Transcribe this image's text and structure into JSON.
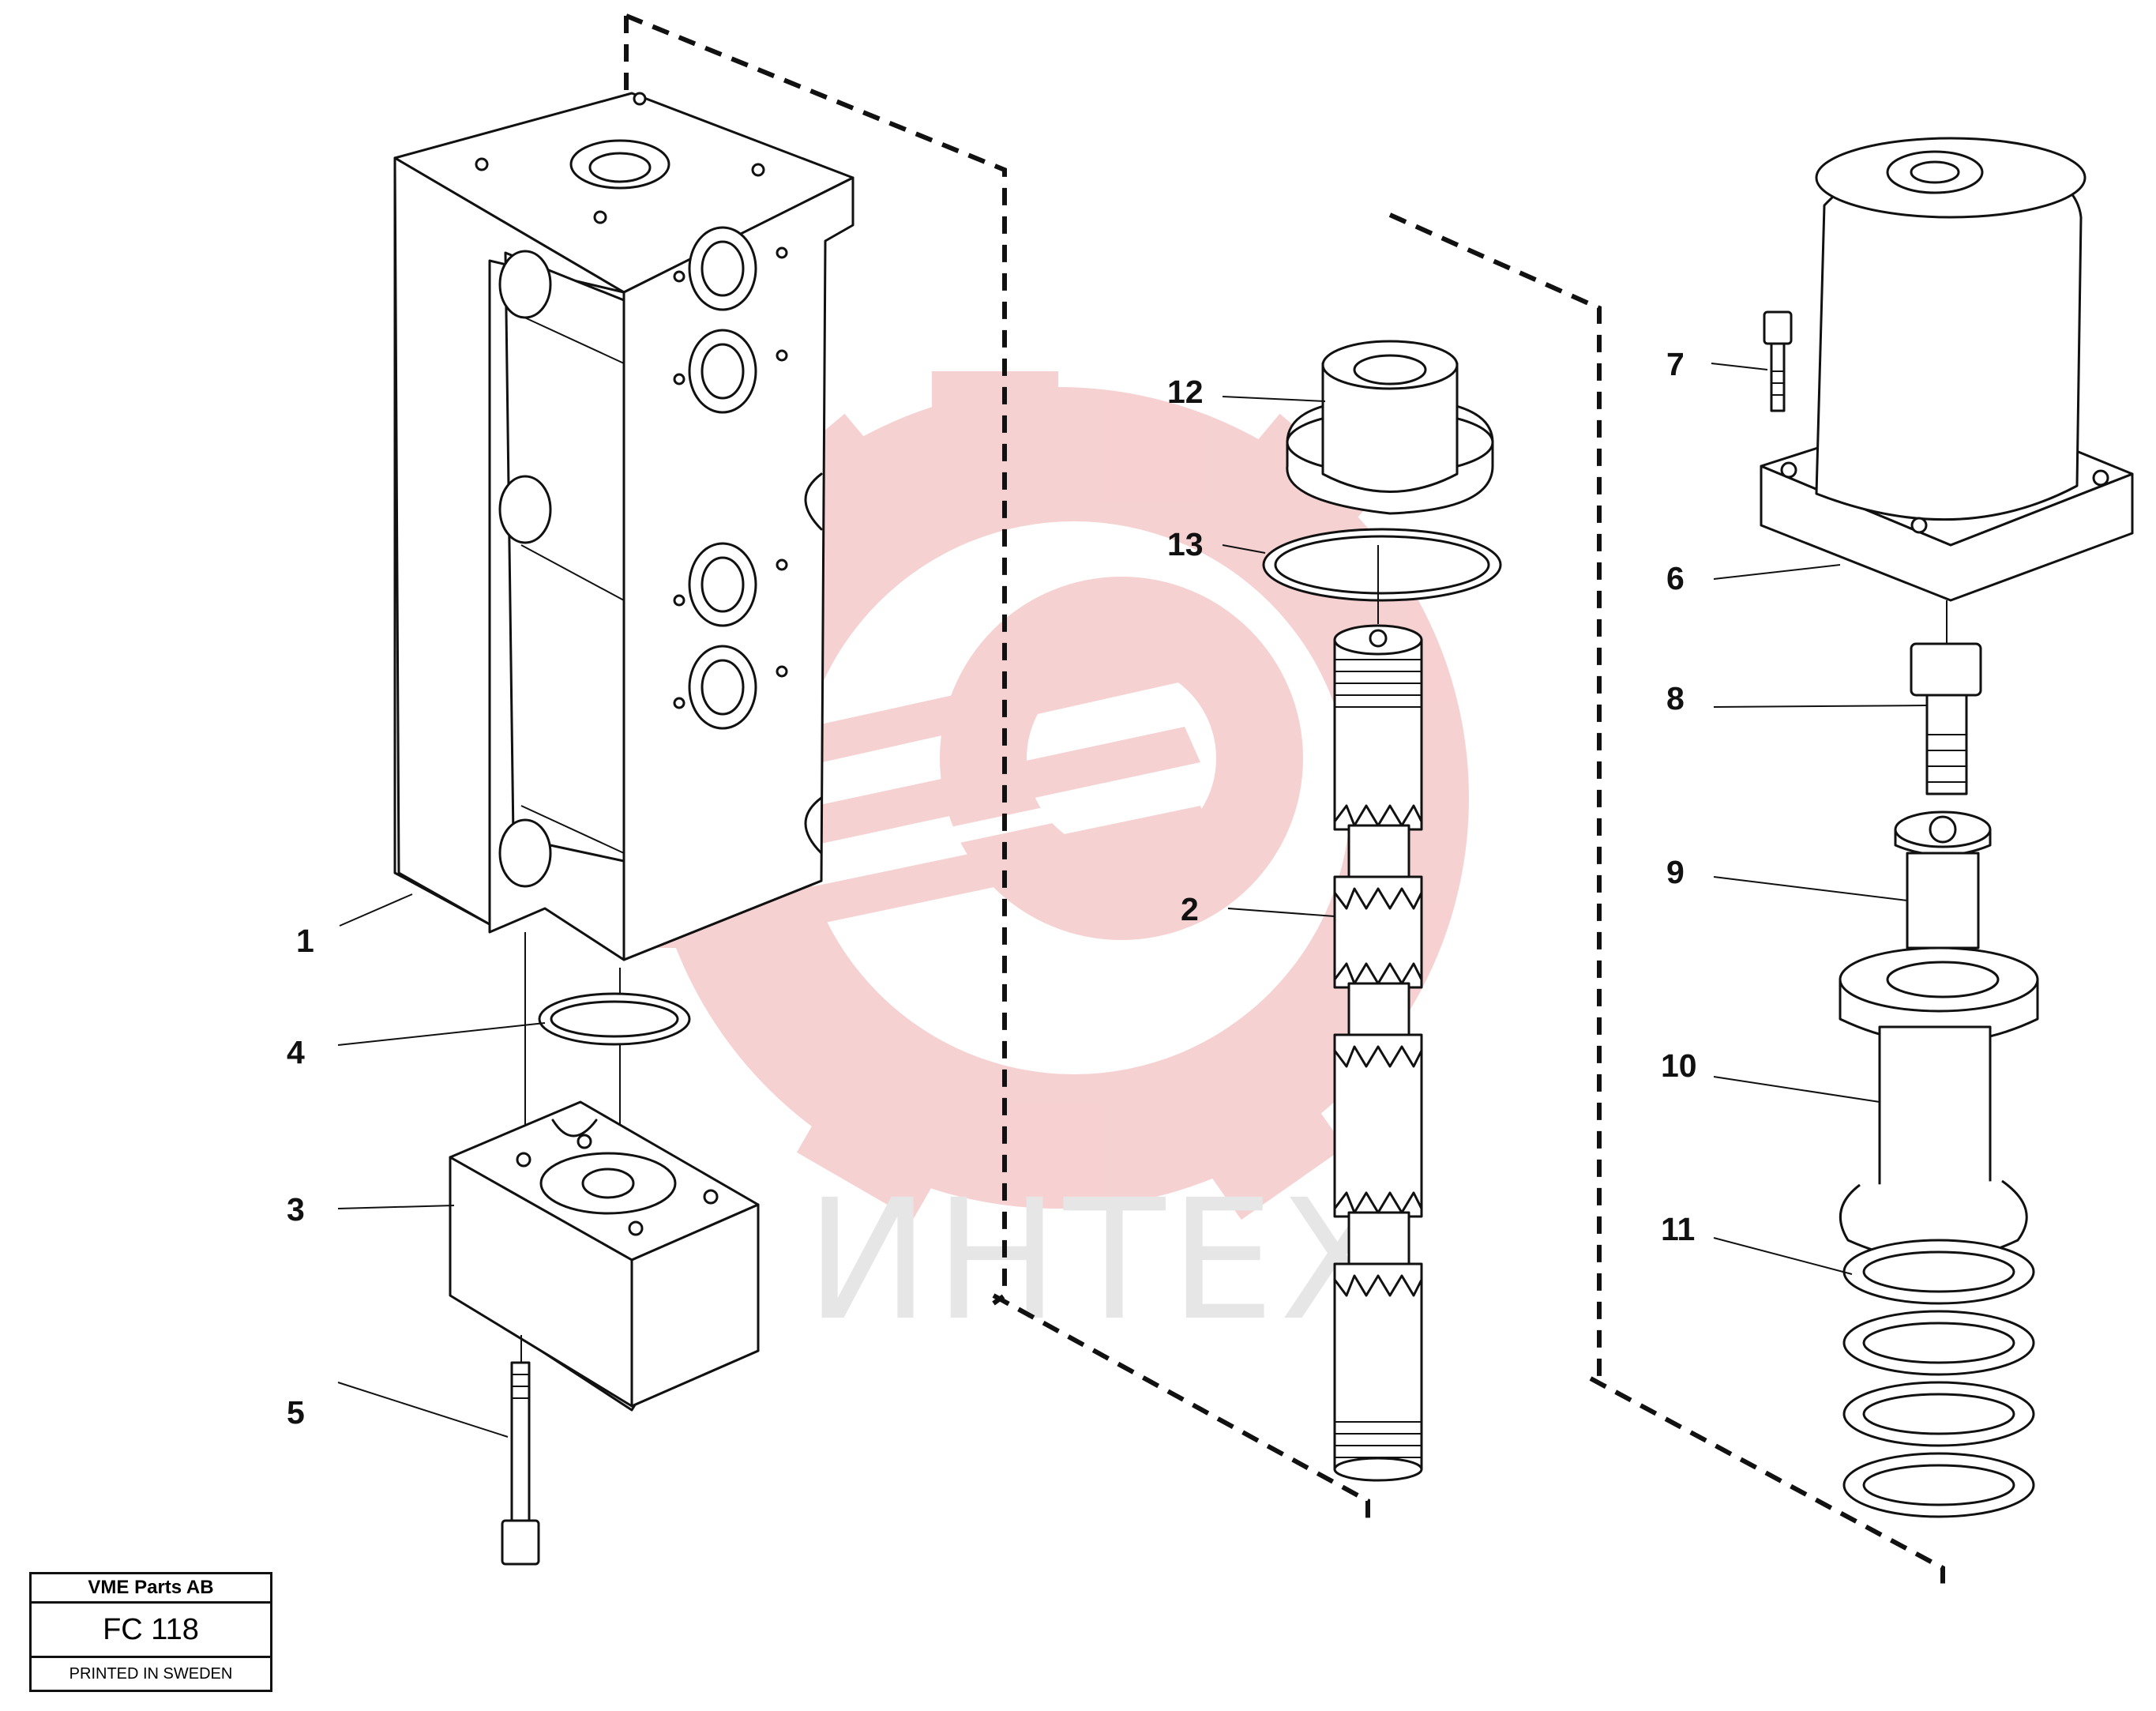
{
  "watermark": {
    "text": "ИНТЕХ",
    "color": "#f4c2c2"
  },
  "callouts": [
    {
      "id": "1",
      "label": "1"
    },
    {
      "id": "2",
      "label": "2"
    },
    {
      "id": "3",
      "label": "3"
    },
    {
      "id": "4",
      "label": "4"
    },
    {
      "id": "5",
      "label": "5"
    },
    {
      "id": "6",
      "label": "6"
    },
    {
      "id": "7",
      "label": "7"
    },
    {
      "id": "8",
      "label": "8"
    },
    {
      "id": "9",
      "label": "9"
    },
    {
      "id": "10",
      "label": "10"
    },
    {
      "id": "11",
      "label": "11"
    },
    {
      "id": "12",
      "label": "12"
    },
    {
      "id": "13",
      "label": "13"
    }
  ],
  "title_block": {
    "company": "VME Parts AB",
    "code": "FC 118",
    "printed": "PRINTED IN SWEDEN"
  }
}
